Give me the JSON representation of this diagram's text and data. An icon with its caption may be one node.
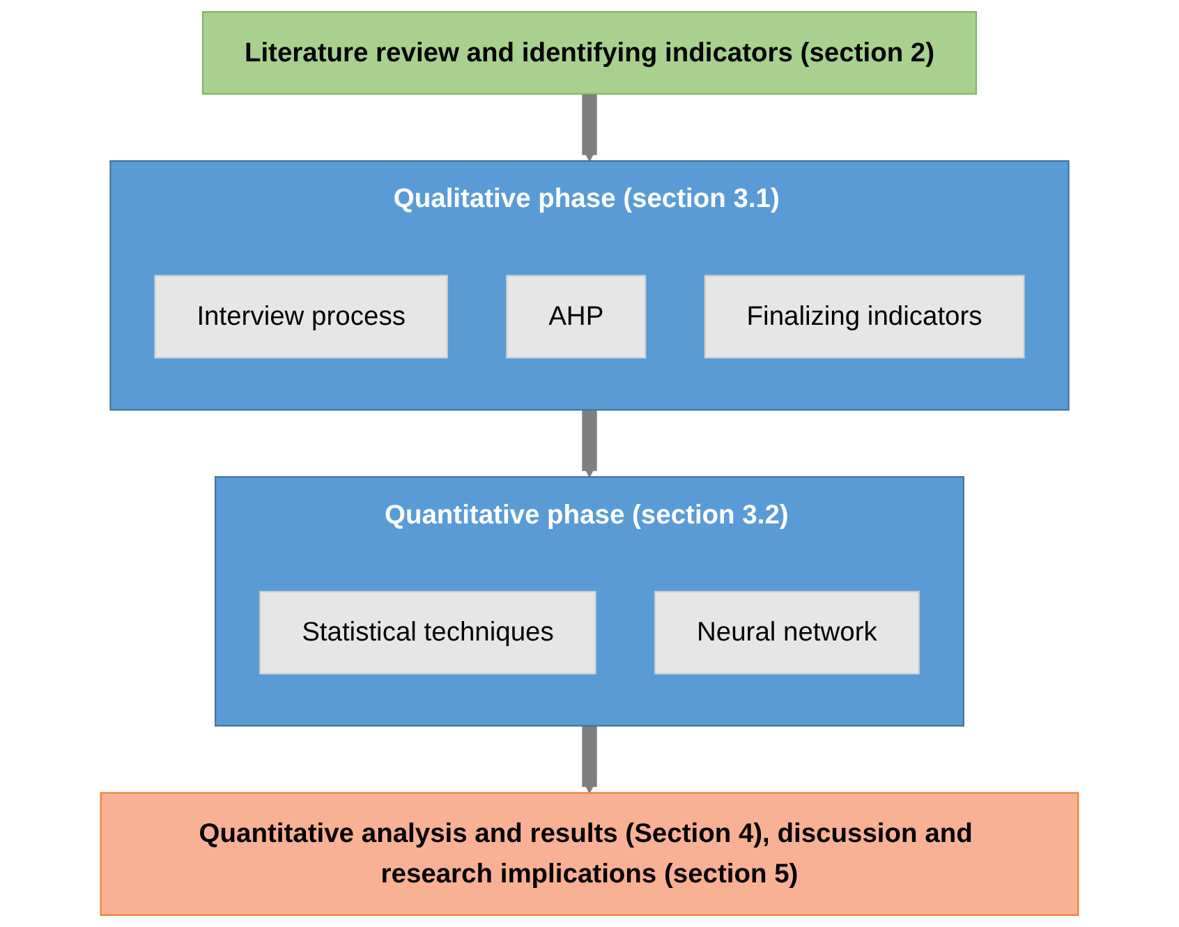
{
  "diagram": {
    "nodes": [
      {
        "text": [
          "Literature review and identifying indicators (section 2)"
        ]
      },
      {
        "text": [
          "Qualitative phase (section 3.1)"
        ]
      },
      {
        "text": [
          "Interview process"
        ],
        "in": 1
      },
      {
        "text": [
          "AHP"
        ],
        "in": 1
      },
      {
        "text": [
          "Finalizing indicators"
        ],
        "in": 1
      },
      {
        "text": [
          "Quantitative phase (section 3.2)"
        ]
      },
      {
        "text": [
          "Statistical techniques"
        ],
        "in": 5
      },
      {
        "text": [
          "Neural network"
        ],
        "in": 5
      },
      {
        "text": [
          "Quantitative analysis and results (Section 4), discussion and research implications (section 5)"
        ]
      }
    ],
    "edges": [
      {
        "from": 0,
        "to": 1,
        "arrow": "to"
      },
      {
        "from": 1,
        "to": 5,
        "arrow": "to"
      },
      {
        "from": 5,
        "to": 8,
        "arrow": "to"
      }
    ]
  }
}
